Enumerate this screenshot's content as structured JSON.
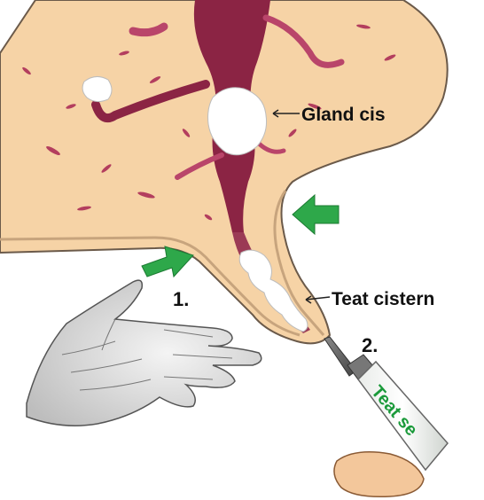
{
  "labels": {
    "gland_cistern": "Gland cis",
    "teat_cistern": "Teat cistern",
    "step_1": "1.",
    "step_2": "2."
  },
  "tube": {
    "text": "Teat se"
  },
  "colors": {
    "udder_fill": "#f6d3a6",
    "udder_outline": "#6b5a4a",
    "cistern": "#8b2444",
    "cistern_light": "#b9456a",
    "sealant": "#ffffff",
    "arrow_green": "#2ea84a",
    "tube_green": "#1a9a3a",
    "skin": "#f3c79b"
  }
}
